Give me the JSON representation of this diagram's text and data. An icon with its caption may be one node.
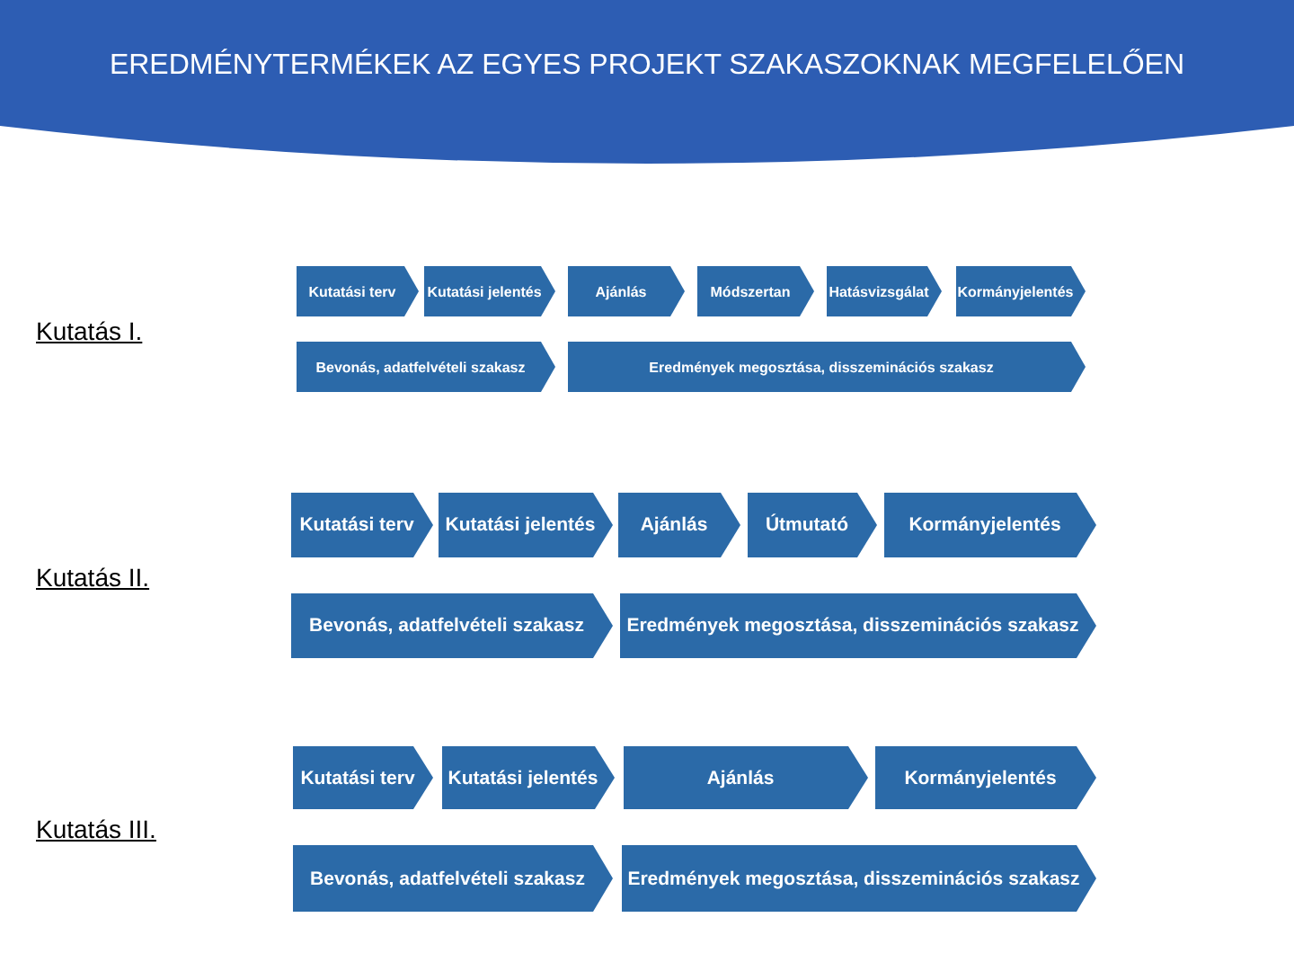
{
  "diagram": {
    "title": "EREDMÉNYTERMÉKEK AZ EGYES PROJEKT SZAKASZOKNAK MEGFELELŐEN",
    "nodes": [
      {
        "text": [
          "Kutatási terv"
        ]
      },
      {
        "text": [
          "Kutatási jelentés"
        ]
      },
      {
        "text": [
          "Ajánlás"
        ]
      },
      {
        "text": [
          "Módszertan"
        ]
      },
      {
        "text": [
          "Hatásvizsgálat"
        ]
      },
      {
        "text": [
          "Kormányjelentés"
        ]
      },
      {
        "text": [
          "Bevonás, adatfelvételi szakasz"
        ]
      },
      {
        "text": [
          "Eredmények megosztása, disszeminációs szakasz"
        ]
      },
      {
        "text": [
          "Kutatási terv"
        ]
      },
      {
        "text": [
          "Kutatási jelentés"
        ]
      },
      {
        "text": [
          "Ajánlás"
        ]
      },
      {
        "text": [
          "Útmutató"
        ]
      },
      {
        "text": [
          "Kormányjelentés"
        ]
      },
      {
        "text": [
          "Bevonás, adatfelvételi szakasz"
        ]
      },
      {
        "text": [
          "Eredmények megosztása, disszeminációs szakasz"
        ]
      },
      {
        "text": [
          "Kutatási terv"
        ]
      },
      {
        "text": [
          "Kutatási jelentés"
        ]
      },
      {
        "text": [
          "Ajánlás"
        ]
      },
      {
        "text": [
          "Kormányjelentés"
        ]
      },
      {
        "text": [
          "Bevonás, adatfelvételi szakasz"
        ]
      },
      {
        "text": [
          "Eredmények megosztása, disszeminációs szakasz"
        ]
      }
    ],
    "labels": [
      "Kutatás I.",
      "Kutatás II.",
      "Kutatás III."
    ]
  }
}
